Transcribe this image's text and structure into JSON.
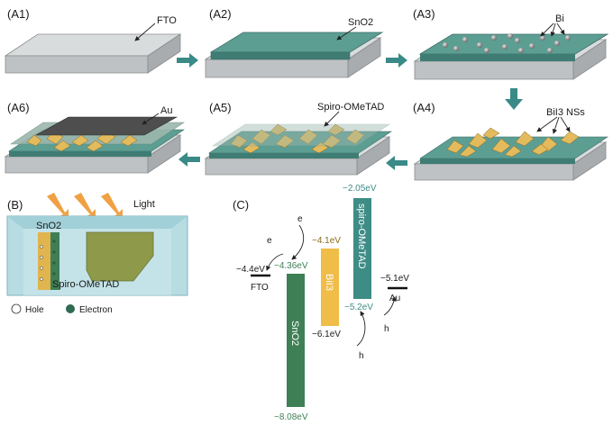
{
  "panels": {
    "a1": {
      "label": "(A1)",
      "annotation": "FTO"
    },
    "a2": {
      "label": "(A2)",
      "annotation": "SnO2"
    },
    "a3": {
      "label": "(A3)",
      "annotation": "Bi"
    },
    "a4": {
      "label": "(A4)",
      "annotation": "BiI3 NSs"
    },
    "a5": {
      "label": "(A5)",
      "annotation": "Spiro-OMeTAD"
    },
    "a6": {
      "label": "(A6)",
      "annotation": "Au"
    }
  },
  "panel_b": {
    "label": "(B)",
    "light": "Light",
    "sno2": "SnO2",
    "spiro": "Spiro-OMeTAD",
    "legend_hole": "Hole",
    "legend_electron": "Electron"
  },
  "panel_c": {
    "label": "(C)",
    "fto": {
      "name": "FTO",
      "level": "−4.4eV"
    },
    "sno2": {
      "name": "SnO2",
      "top": "−4.36eV",
      "bottom": "−8.08eV"
    },
    "bii3": {
      "name": "BiI3",
      "top": "−4.1eV",
      "bottom": "−6.1eV"
    },
    "spiro": {
      "name": "spiro-OMeTAD",
      "top": "−2.05eV",
      "bottom": "−5.2eV"
    },
    "au": {
      "name": "Au",
      "level": "−5.1eV"
    },
    "electron": "e",
    "hole": "h"
  },
  "colors": {
    "substrate": "#cfd2d4",
    "sno2": "#4f8f85",
    "teal_arrow": "#3a8a87",
    "bii3": "#e4b84a",
    "spiro_bar": "#3e8c86",
    "sno2_bar": "#3f7f55",
    "bii3_bar": "#efbd48",
    "au": "#5a5a5a"
  }
}
